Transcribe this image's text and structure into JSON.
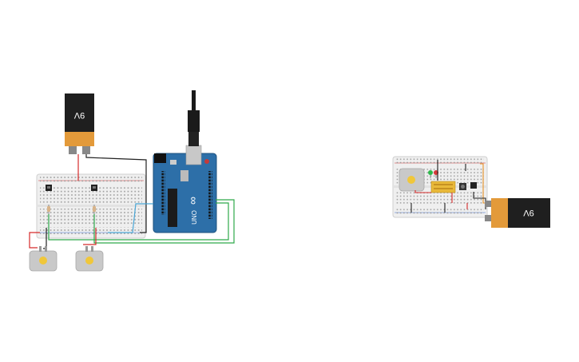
{
  "circuit_left": {
    "battery_label": "9V",
    "arduino_logo": "∞",
    "arduino_model": "UNO",
    "wire_colors": {
      "red": "#d62a2a",
      "black": "#222222",
      "green": "#2ea94a",
      "blue": "#4aa6d6"
    }
  },
  "circuit_right": {
    "battery_label": "9V",
    "wire_colors": {
      "red": "#d62a2a",
      "black": "#222222",
      "orange": "#e8942a"
    }
  },
  "colors": {
    "breadboard": "#efefef",
    "breadboard_edge": "#cfcfcf",
    "arduino_blue": "#2d6fa8",
    "battery_body": "#1f1f1f",
    "battery_cap": "#e39a3a",
    "motor_gray": "#c9c9c9",
    "motor_hub": "#f0c73a"
  }
}
